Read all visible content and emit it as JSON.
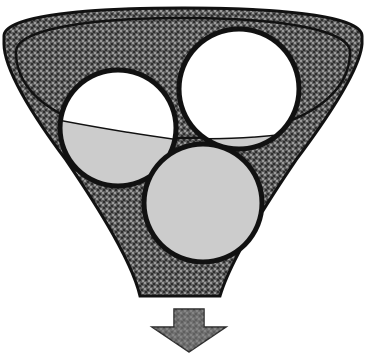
{
  "diagram": {
    "colors": {
      "background": "#ffffff",
      "funnel_fill": "#5e5e5e",
      "funnel_pattern_light": "#9a9a9a",
      "funnel_pattern_dark": "#2e2e2e",
      "outline": "#111111",
      "ball_white": "#ffffff",
      "ball_gray": "#cccccc",
      "liquid_gray": "#cccccc",
      "arrow_fill": "#7a7a7a",
      "arrow_outline": "#2a2a2a"
    },
    "elements": {
      "funnel": "funnel-shape",
      "rim_ellipse": "rim-ellipse",
      "ball_left": "ball-left-partially-filled",
      "ball_right": "ball-right-mostly-empty",
      "ball_bottom": "ball-bottom-filled",
      "arrow": "downward-arrow"
    }
  }
}
